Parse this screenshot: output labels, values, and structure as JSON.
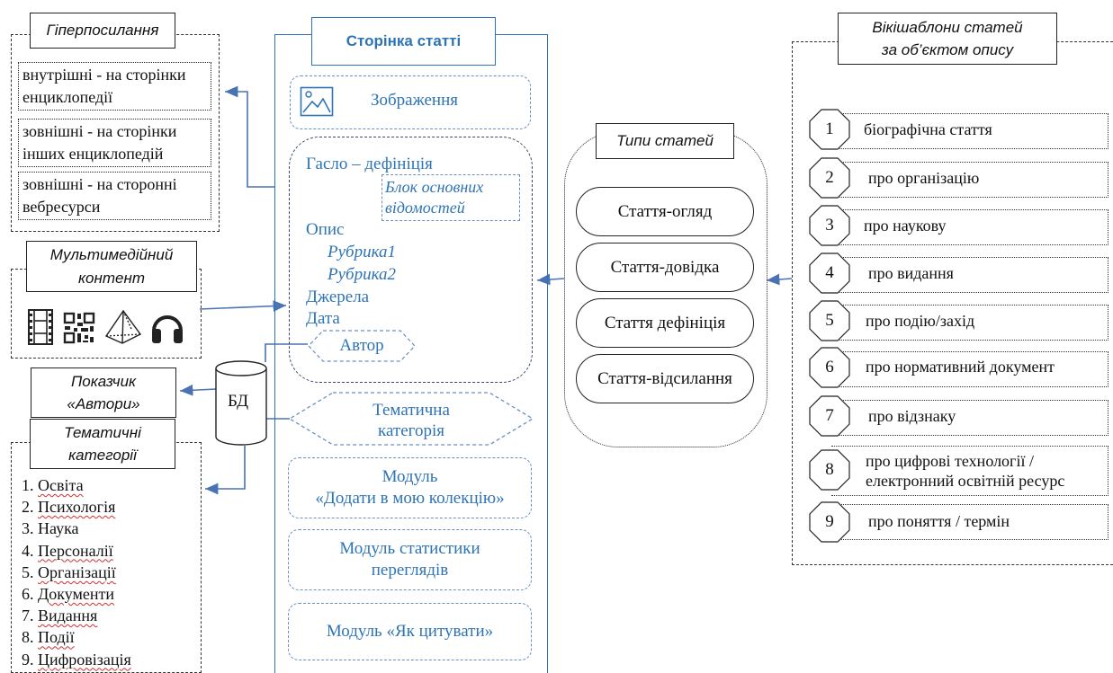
{
  "left": {
    "hyperlinks": {
      "title": "Гіперпосилання",
      "items": [
        "внутрішні - на сторінки енциклопедії",
        "зовнішні - на сторінки інших енциклопедій",
        "зовнішні - на сторонні вебресурси"
      ]
    },
    "multimedia": {
      "title_line1": "Мультимедійний",
      "title_line2": "контент"
    },
    "authors_index": {
      "line1": "Показчик",
      "line2": "«Автори»"
    },
    "db": "БД",
    "categories": {
      "title_line1": "Тематичні",
      "title_line2": "категорії",
      "items": [
        "Освіта",
        "Психологія",
        "Наука",
        "Персоналії",
        "Організації",
        "Документи",
        "Видання",
        "Події",
        "Цифровізація"
      ]
    }
  },
  "center": {
    "title": "Сторінка статті",
    "image_block": "Зображення",
    "headword": "Гасло – дефініція",
    "basic_info_line1": "Блок основних",
    "basic_info_line2": "відомостей",
    "description": "Опис",
    "rubric1": "Рубрика1",
    "rubric2": "Рубрика2",
    "sources": "Джерела",
    "date": "Дата",
    "author": "Автор",
    "category_line1": "Тематична",
    "category_line2": "категорія",
    "module_collection_line1": "Модуль",
    "module_collection_line2": "«Додати в мою колекцію»",
    "module_stats_line1": "Модуль статистики",
    "module_stats_line2": "переглядів",
    "module_cite": "Модуль «Як цитувати»"
  },
  "types": {
    "title": "Типи статей",
    "items": [
      "Стаття-огляд",
      "Стаття-довідка",
      "Стаття дефініція",
      "Стаття-відсилання"
    ]
  },
  "templates": {
    "title_line1": "Вікішаблони статей",
    "title_line2": "за об’єктом опису",
    "items": [
      {
        "n": "1",
        "text": "біографічна стаття"
      },
      {
        "n": "2",
        "text": "про організацію"
      },
      {
        "n": "3",
        "text": "про наукову"
      },
      {
        "n": "4",
        "text": "про видання"
      },
      {
        "n": "5",
        "text": "про подію/захід"
      },
      {
        "n": "6",
        "text": "про нормативний документ"
      },
      {
        "n": "7",
        "text": "про відзнаку"
      },
      {
        "n": "8",
        "text": "про цифрові технології /",
        "text2": "електронний освітній ресурс"
      },
      {
        "n": "9",
        "text": "про поняття / термін"
      }
    ]
  },
  "colors": {
    "accent": "#2e74b5",
    "connector": "#4a73b3"
  }
}
